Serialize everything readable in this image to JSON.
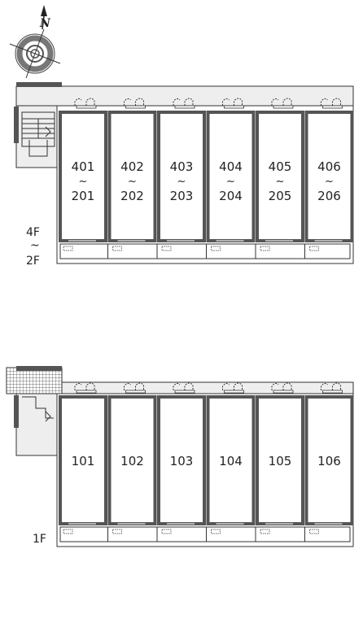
{
  "compass": {
    "north_label": "N",
    "icon": "compass-rose-icon"
  },
  "upper_block": {
    "floor_top": "4F",
    "floor_sep": "~",
    "floor_bottom": "2F",
    "units": [
      {
        "top": "401",
        "sep": "~",
        "bottom": "201"
      },
      {
        "top": "402",
        "sep": "~",
        "bottom": "202"
      },
      {
        "top": "403",
        "sep": "~",
        "bottom": "203"
      },
      {
        "top": "404",
        "sep": "~",
        "bottom": "204"
      },
      {
        "top": "405",
        "sep": "~",
        "bottom": "205"
      },
      {
        "top": "406",
        "sep": "~",
        "bottom": "206"
      }
    ]
  },
  "lower_block": {
    "floor": "1F",
    "units": [
      "101",
      "102",
      "103",
      "104",
      "105",
      "106"
    ]
  },
  "colors": {
    "wall": "#555555",
    "corridor": "#eeeeee",
    "outline": "#333333"
  }
}
